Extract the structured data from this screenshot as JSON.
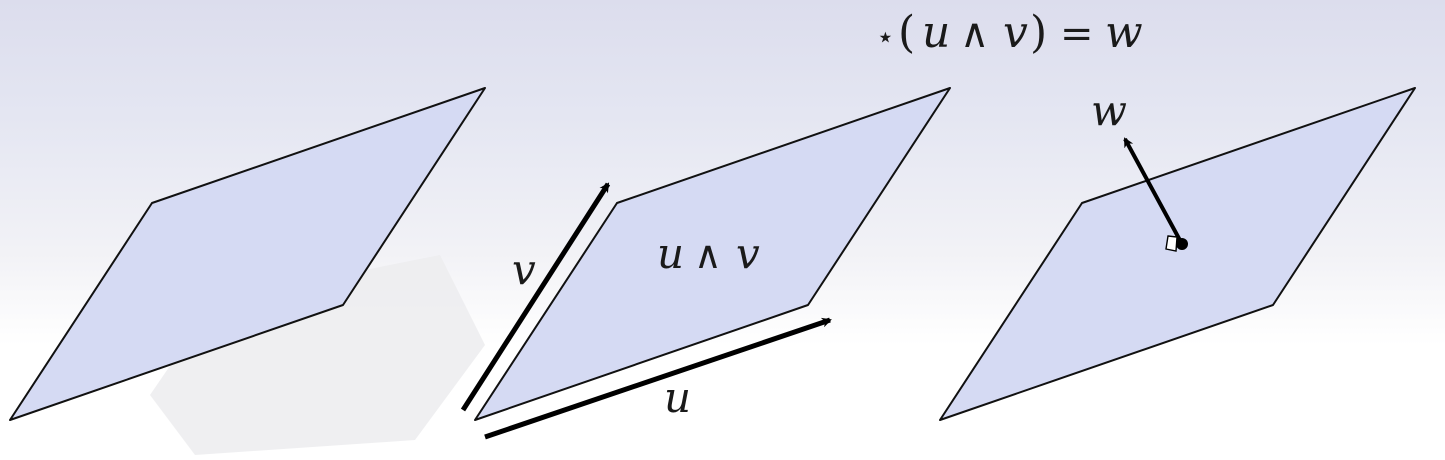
{
  "colors": {
    "plane_fill": "#d5daf3",
    "plane_stroke": "#111111",
    "arrow": "#000000",
    "shadow": "#ececef"
  },
  "formula": {
    "star": "⋆",
    "lparen": "(",
    "u": "u",
    "wedge": "∧",
    "v": "v",
    "rparen": ")",
    "equals": "=",
    "w": "w"
  },
  "panel_center": {
    "label_v": "v",
    "label_u": "u",
    "plane_label_u": "u",
    "plane_label_wedge": "∧",
    "plane_label_v": "v"
  },
  "panel_right": {
    "label_w": "w",
    "right_angle_marker": "right-angle-icon"
  }
}
